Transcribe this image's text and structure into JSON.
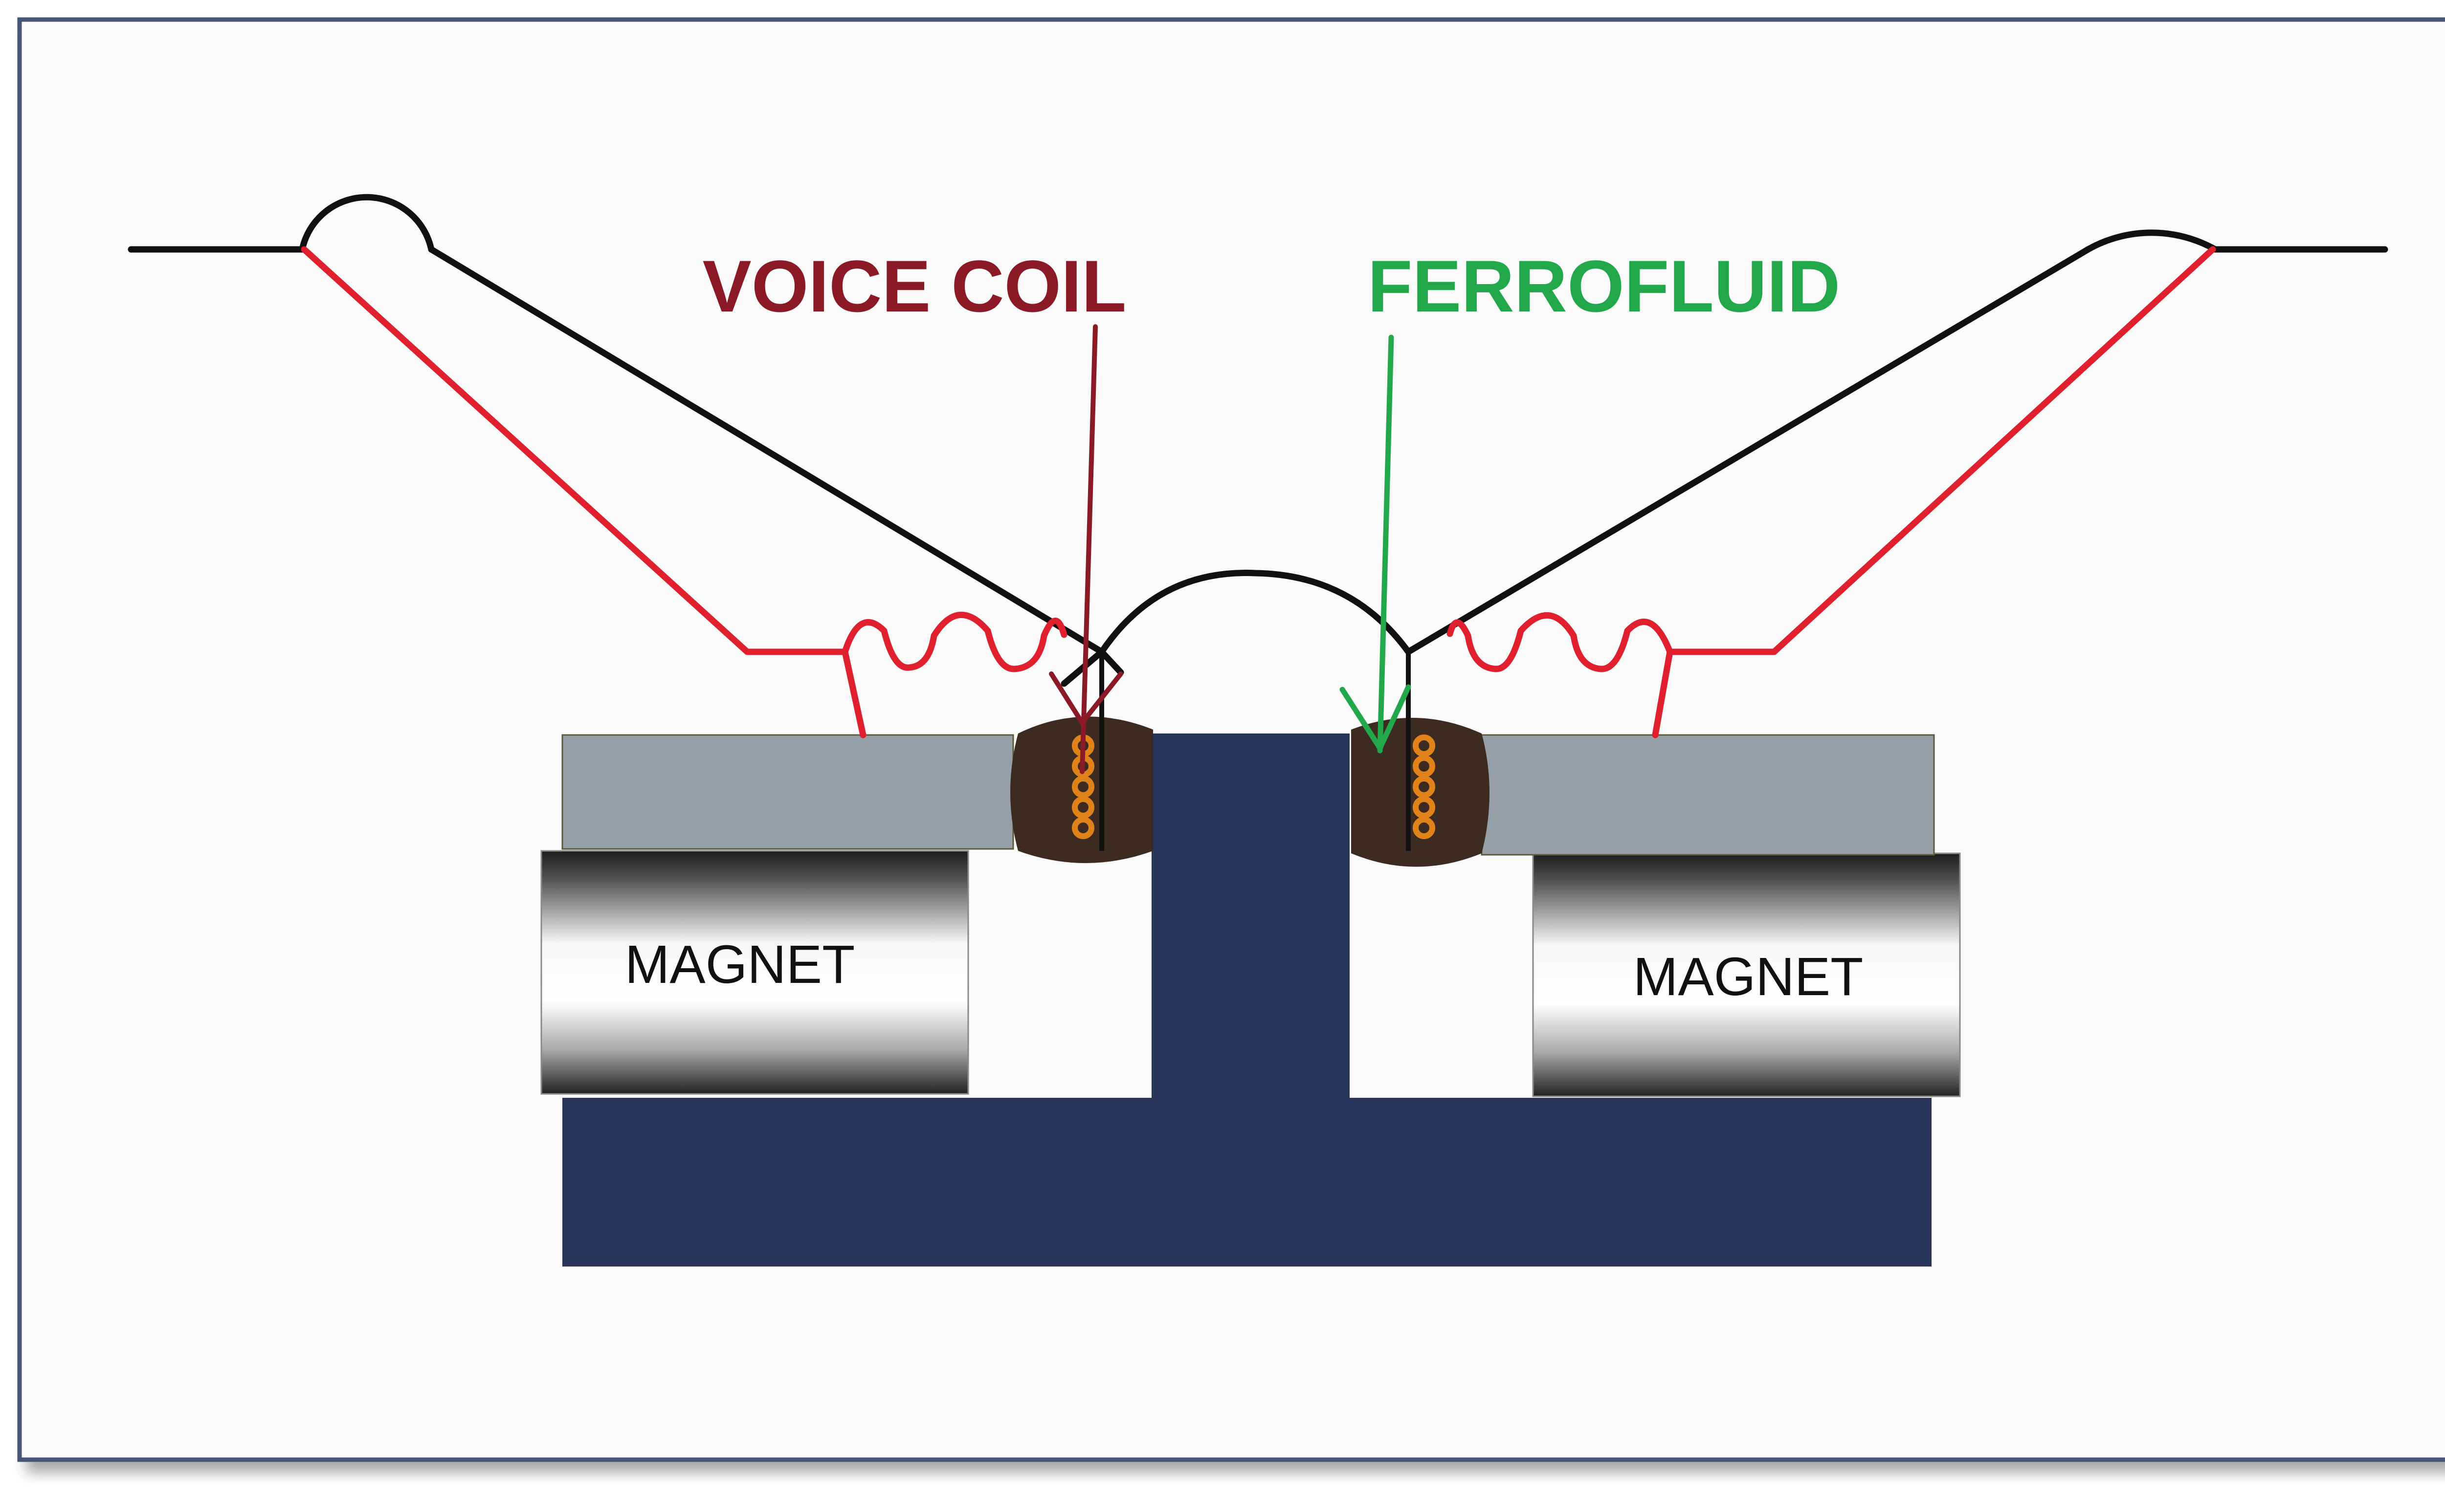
{
  "labels": {
    "voice_coil": "VOICE COIL",
    "ferrofluid": "FERROFLUID",
    "magnet_left": "MAGNET",
    "magnet_right": "MAGNET"
  },
  "colors": {
    "frame_border": "#4a5577",
    "canvas": "#fafafb",
    "cone_line": "#111111",
    "surround_red": "#e0202e",
    "voice_coil_label": "#8b1a26",
    "ferrofluid_label": "#22a84a",
    "pole_piece": "#27355a",
    "top_plate": "#96a0a9",
    "ferrofluid_fill": "#3d2b22",
    "coil_orange": "#e0821a",
    "magnet_dark": "#1c1c1c",
    "magnet_light": "#ffffff"
  }
}
